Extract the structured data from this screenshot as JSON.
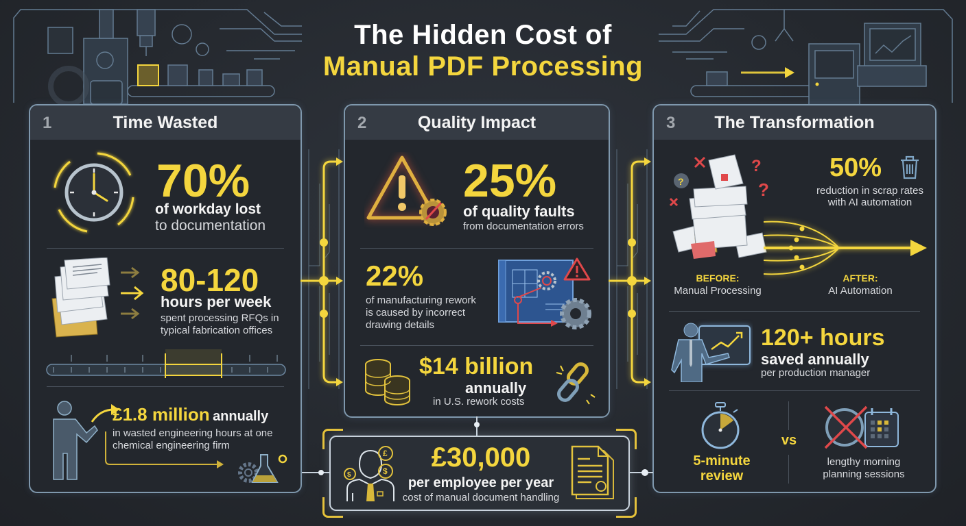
{
  "title": {
    "line1": "The Hidden Cost of",
    "line2": "Manual PDF Processing"
  },
  "colors": {
    "accent_yellow": "#f4d63e",
    "panel_border": "#7f98ad",
    "panel_header": "#353b44",
    "background": "#25292f",
    "alert_red": "#e0484a"
  },
  "panels": [
    {
      "number": "1",
      "title": "Time Wasted",
      "stats": [
        {
          "icon": "clock-icon",
          "value": "70%",
          "line1": "of workday lost",
          "line2": "to documentation"
        },
        {
          "icon": "document-stack-icon",
          "value": "80-120",
          "line1": "hours per week",
          "line2": "spent processing RFQs in",
          "line3": "typical fabrication offices"
        },
        {
          "icon": "person-pointing-icon",
          "value": "£1.8 million",
          "value_suffix": "annually",
          "line1": "in wasted engineering hours at one",
          "line2": "chemical engineering firm"
        }
      ]
    },
    {
      "number": "2",
      "title": "Quality Impact",
      "stats": [
        {
          "icon": "warning-gear-icon",
          "value": "25%",
          "line1": "of quality faults",
          "line2": "from documentation errors"
        },
        {
          "icon": "blueprint-error-icon",
          "value": "22%",
          "line1": "of manufacturing rework",
          "line2": "is caused by incorrect",
          "line3": "drawing details"
        },
        {
          "icon": "coins-icon",
          "value": "$14 billion",
          "line1": "annually",
          "line2": "in U.S. rework costs"
        }
      ]
    },
    {
      "number": "3",
      "title": "The Transformation",
      "stats": [
        {
          "icon": "trash-icon",
          "value": "50%",
          "line1": "reduction in scrap rates",
          "line2": "with AI automation"
        },
        {
          "before_label": "BEFORE:",
          "before_text": "Manual Processing",
          "after_label": "AFTER:",
          "after_text": "AI Automation"
        },
        {
          "icon": "presenter-chart-icon",
          "value": "120+ hours",
          "line1": "saved annually",
          "line2": "per production manager"
        },
        {
          "left_icon": "stopwatch-icon",
          "left_line1": "5-minute",
          "left_line2": "review",
          "vs": "vs",
          "right_icon": "crossed-calendar-icon",
          "right_line1": "lengthy morning",
          "right_line2": "planning sessions"
        }
      ]
    }
  ],
  "banner": {
    "icon_left": "employee-currency-icon",
    "value": "£30,000",
    "line1": "per employee per year",
    "line2": "cost of manual document handling",
    "icon_right": "certificate-document-icon"
  }
}
